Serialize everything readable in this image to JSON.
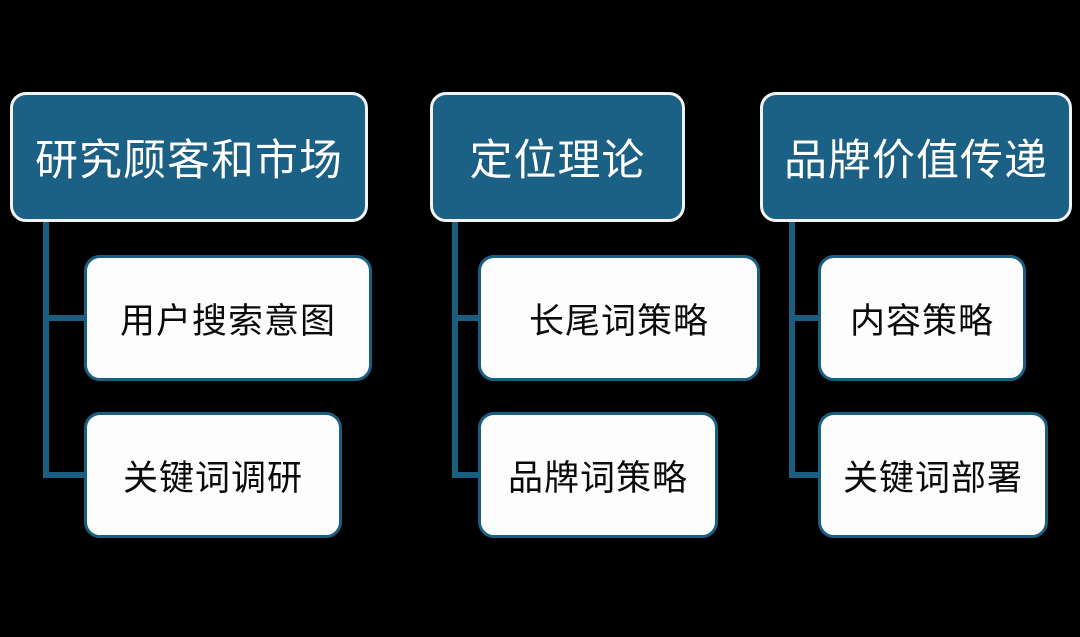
{
  "diagram": {
    "background_color": "#000000",
    "header_fill_color": "#1B6185",
    "header_border_color": "#F2F2F2",
    "header_text_color": "#FFFFFF",
    "child_fill_color": "#FDFDFD",
    "child_border_color": "#1B5F80",
    "child_text_color": "#0A0A0A",
    "connector_color": "#1B5F80",
    "columns": [
      {
        "header": "研究顾客和市场",
        "children": [
          "用户搜索意图",
          "关键词调研"
        ]
      },
      {
        "header": "定位理论",
        "children": [
          "长尾词策略",
          "品牌词策略"
        ]
      },
      {
        "header": "品牌价值传递",
        "children": [
          "内容策略",
          "关键词部署"
        ]
      }
    ]
  }
}
